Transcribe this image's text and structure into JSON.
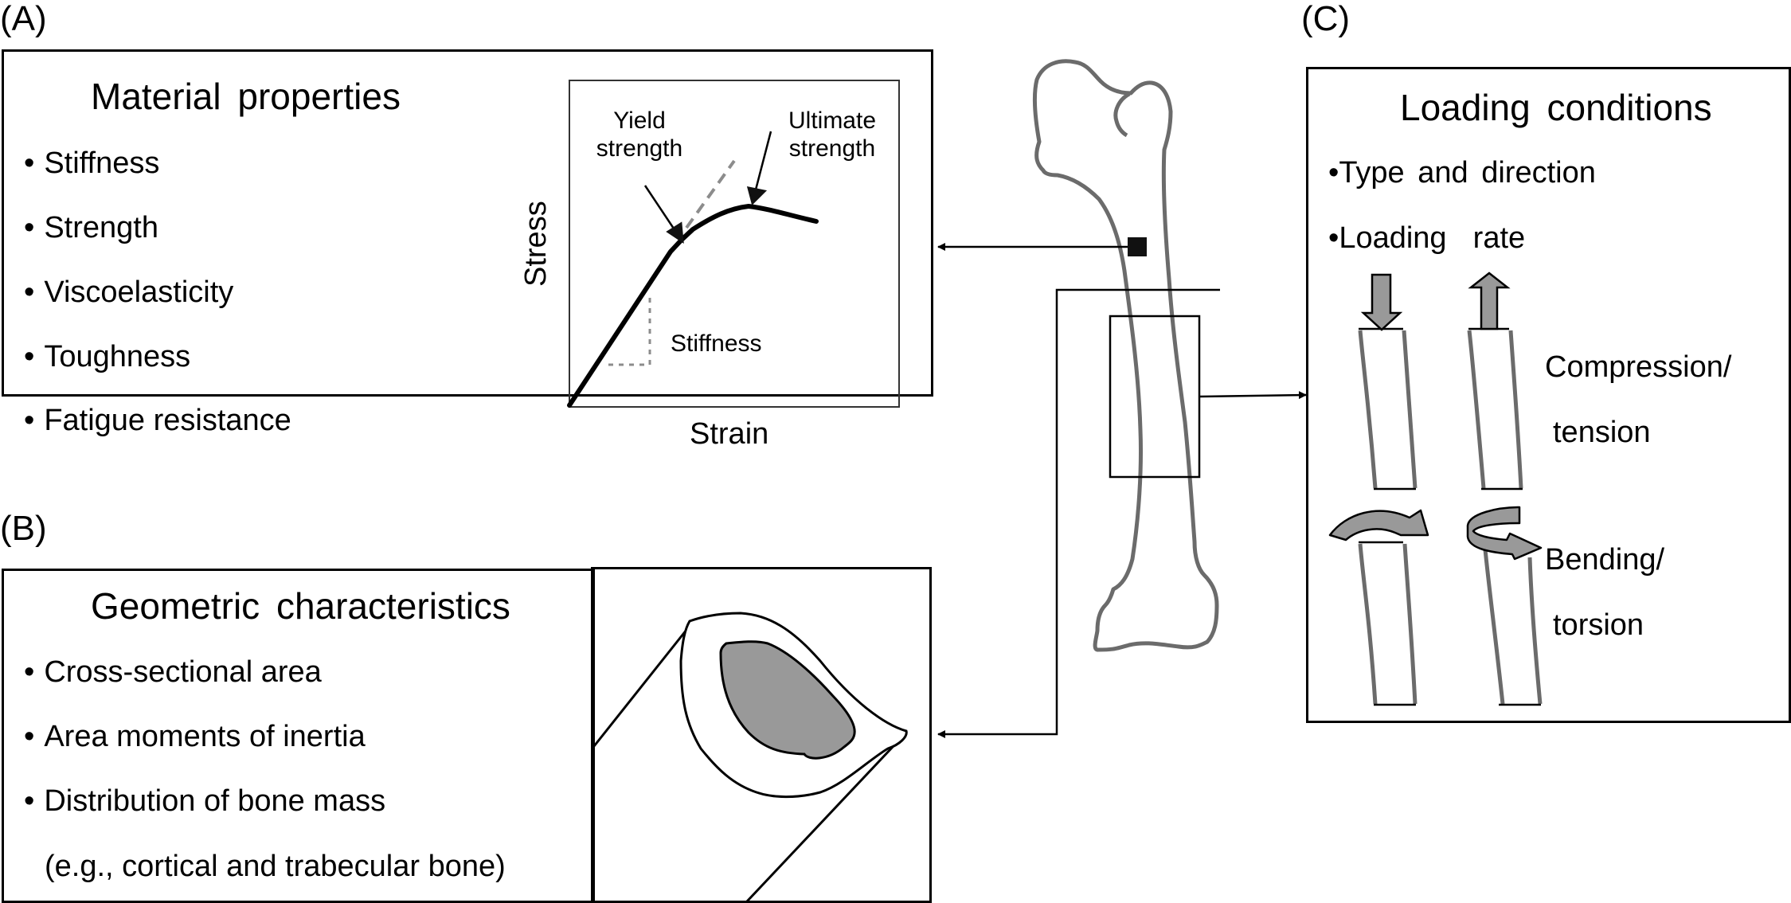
{
  "panels": {
    "a": {
      "label": "(A)",
      "title": "Material properties",
      "bullet_symbol": "•",
      "items": [
        "Stiffness",
        "Strength",
        "Viscoelasticity",
        "Toughness",
        "Fatigue resistance"
      ],
      "graph": {
        "xlabel": "Strain",
        "ylabel": "Stress",
        "annotations": {
          "yield_line1": "Yield",
          "yield_line2": "strength",
          "ultimate_line1": "Ultimate",
          "ultimate_line2": "strength",
          "stiffness": "Stiffness"
        }
      }
    },
    "b": {
      "label": "(B)",
      "title": "Geometric characteristics",
      "bullet_symbol": "•",
      "items": [
        "Cross-sectional area",
        "Area moments of inertia",
        "Distribution of bone mass"
      ],
      "note": "(e.g., cortical and trabecular bone)"
    },
    "c": {
      "label": "(C)",
      "title": "Loading conditions",
      "bullet_symbol": "•",
      "items": [
        "Type and direction",
        "Loading  rate"
      ],
      "compression_label_1": "Compression/",
      "compression_label_2": "tension",
      "bending_label_1": "Bending/",
      "bending_label_2": "torsion"
    }
  },
  "colors": {
    "line": "#000000",
    "bone_outline": "#6b6b6b",
    "fill_gray": "#999999",
    "dash_gray": "#8c8c8c"
  }
}
